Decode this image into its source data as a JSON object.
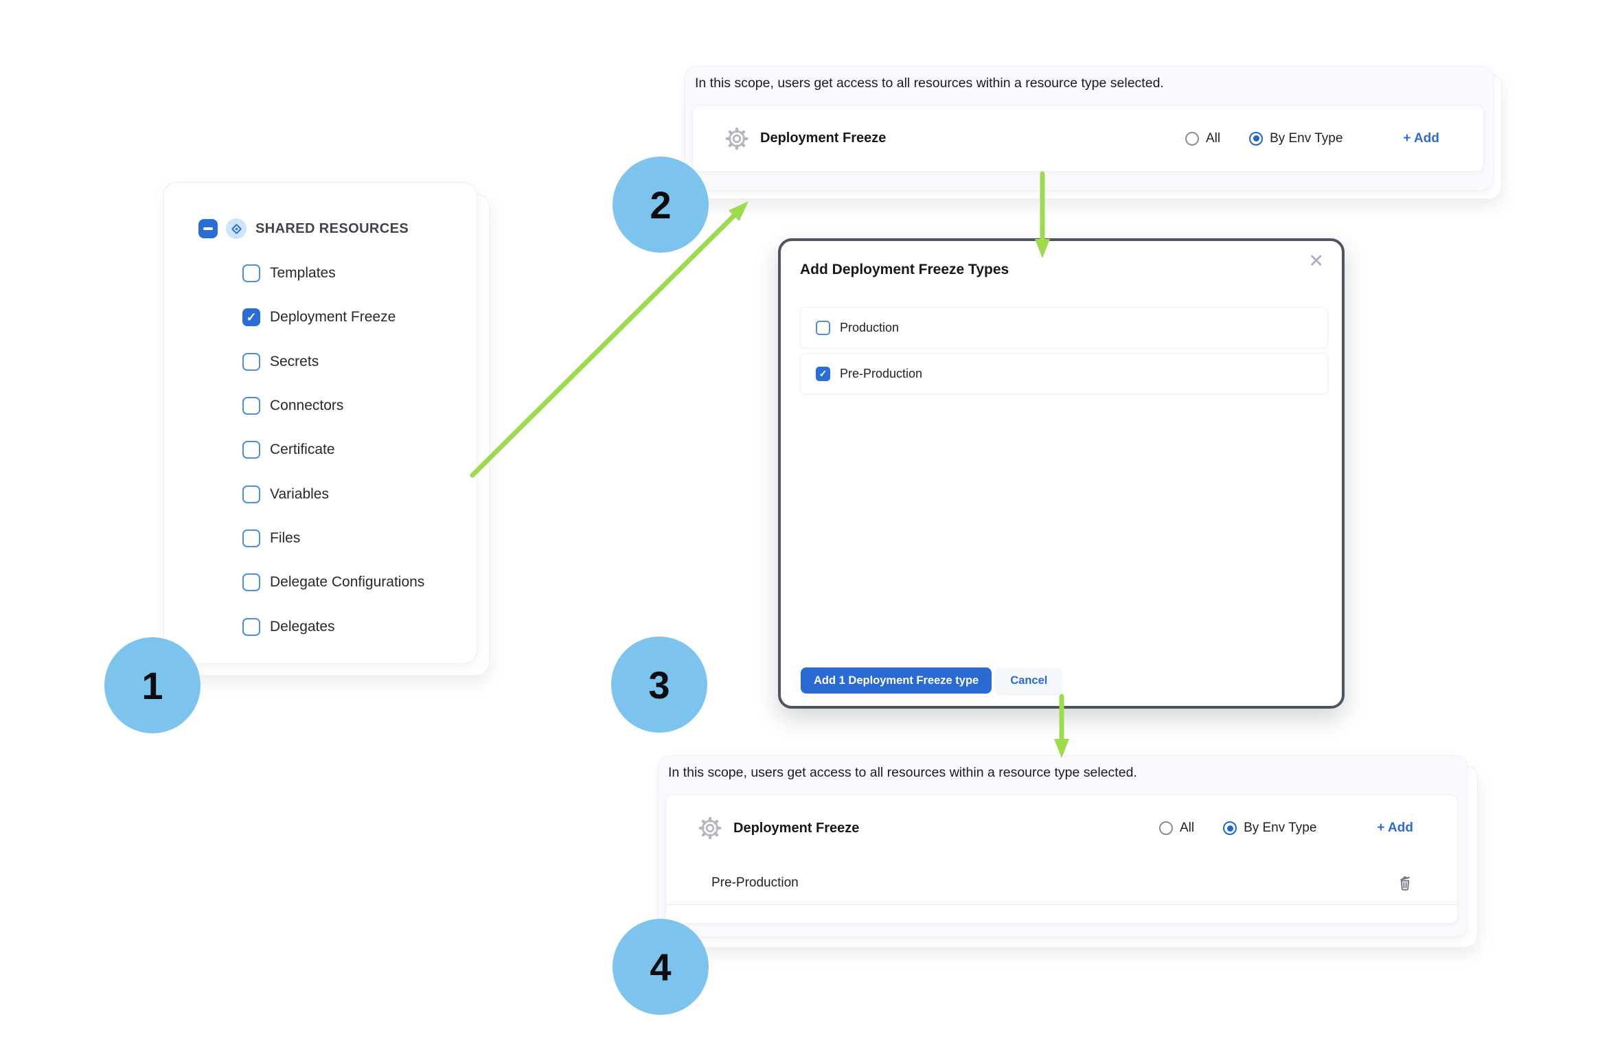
{
  "annotations": {
    "steps": [
      {
        "number": "1"
      },
      {
        "number": "2"
      },
      {
        "number": "3"
      },
      {
        "number": "4"
      }
    ]
  },
  "colors": {
    "accent_blue": "#2a6dd5",
    "radio_blue": "#1f66d0",
    "annotation_circle_blue": "#7cc3ee",
    "arrow_green": "#9cdb4c",
    "modal_border": "#4d5560",
    "panel_background": "#f9fafd"
  },
  "shared_resources_panel": {
    "title": "SHARED RESOURCES",
    "items": [
      {
        "label": "Templates",
        "checked": false
      },
      {
        "label": "Deployment Freeze",
        "checked": true
      },
      {
        "label": "Secrets",
        "checked": false
      },
      {
        "label": "Connectors",
        "checked": false
      },
      {
        "label": "Certificate",
        "checked": false
      },
      {
        "label": "Variables",
        "checked": false
      },
      {
        "label": "Files",
        "checked": false
      },
      {
        "label": "Delegate Configurations",
        "checked": false
      },
      {
        "label": "Delegates",
        "checked": false
      }
    ]
  },
  "scope_panel_top": {
    "description": "In this scope, users get access to all resources within a resource type selected.",
    "resource": {
      "name": "Deployment Freeze",
      "options": [
        {
          "label": "All",
          "selected": false
        },
        {
          "label": "By Env Type",
          "selected": true
        }
      ],
      "add_label": "+ Add"
    }
  },
  "modal": {
    "title": "Add Deployment Freeze Types",
    "close_icon": "✕",
    "options": [
      {
        "label": "Production",
        "checked": false
      },
      {
        "label": "Pre-Production",
        "checked": true
      }
    ],
    "confirm_label": "Add 1 Deployment Freeze type",
    "cancel_label": "Cancel"
  },
  "scope_panel_bottom": {
    "description": "In this scope, users get access to all resources within a resource type selected.",
    "resource": {
      "name": "Deployment Freeze",
      "options": [
        {
          "label": "All",
          "selected": false
        },
        {
          "label": "By Env Type",
          "selected": true
        }
      ],
      "add_label": "+ Add"
    },
    "selected_types": [
      "Pre-Production"
    ]
  }
}
